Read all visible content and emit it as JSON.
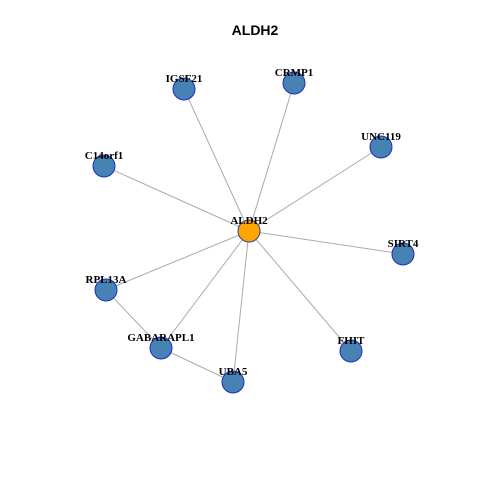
{
  "title": "ALDH2",
  "colors": {
    "hub_fill": "#ffa500",
    "hub_stroke": "#3a3a8c",
    "node_fill": "#4682b4",
    "node_stroke": "#1c2fbf",
    "edge": "#aaaaaa"
  },
  "nodes": [
    {
      "id": "ALDH2",
      "label": "ALDH2",
      "hub": true
    },
    {
      "id": "IGSF21",
      "label": "IGSF21",
      "hub": false
    },
    {
      "id": "CRMP1",
      "label": "CRMP1",
      "hub": false
    },
    {
      "id": "UNC119",
      "label": "UNC119",
      "hub": false
    },
    {
      "id": "C14orf1",
      "label": "C14orf1",
      "hub": false
    },
    {
      "id": "SIRT4",
      "label": "SIRT4",
      "hub": false
    },
    {
      "id": "RPL13A",
      "label": "RPL13A",
      "hub": false
    },
    {
      "id": "GABARAPL1",
      "label": "GABARAPL1",
      "hub": false
    },
    {
      "id": "FHIT",
      "label": "FHIT",
      "hub": false
    },
    {
      "id": "UBA5",
      "label": "UBA5",
      "hub": false
    }
  ],
  "edges": [
    [
      "ALDH2",
      "IGSF21"
    ],
    [
      "ALDH2",
      "CRMP1"
    ],
    [
      "ALDH2",
      "UNC119"
    ],
    [
      "ALDH2",
      "C14orf1"
    ],
    [
      "ALDH2",
      "SIRT4"
    ],
    [
      "ALDH2",
      "RPL13A"
    ],
    [
      "ALDH2",
      "GABARAPL1"
    ],
    [
      "ALDH2",
      "FHIT"
    ],
    [
      "ALDH2",
      "UBA5"
    ],
    [
      "RPL13A",
      "GABARAPL1"
    ],
    [
      "GABARAPL1",
      "UBA5"
    ]
  ]
}
